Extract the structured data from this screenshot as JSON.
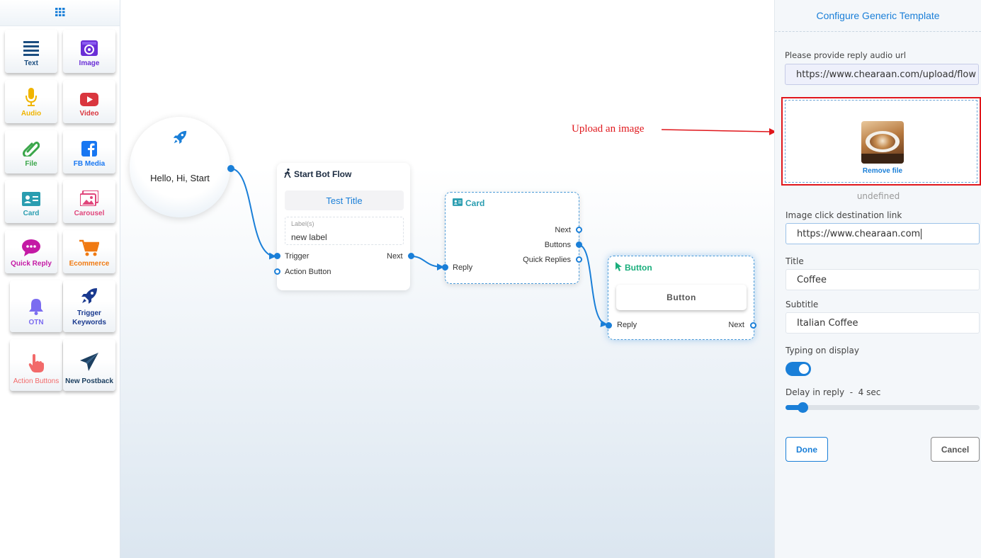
{
  "toolbar": {
    "items": [
      {
        "label": "Text",
        "color": "#1c4e80",
        "icon": "list-icon"
      },
      {
        "label": "Image",
        "color": "#6a2fd6",
        "icon": "image-icon"
      },
      {
        "label": "Audio",
        "color": "#f0b400",
        "icon": "microphone-icon"
      },
      {
        "label": "Video",
        "color": "#d9363e",
        "icon": "youtube-icon"
      },
      {
        "label": "File",
        "color": "#3aa64a",
        "icon": "paperclip-icon"
      },
      {
        "label": "FB Media",
        "color": "#1877f2",
        "icon": "facebook-icon"
      },
      {
        "label": "Card",
        "color": "#2a9db0",
        "icon": "id-card-icon"
      },
      {
        "label": "Carousel",
        "color": "#e0457b",
        "icon": "images-icon"
      },
      {
        "label": "Quick Reply",
        "color": "#c41aa5",
        "icon": "chat-bubble-icon"
      },
      {
        "label": "Ecommerce",
        "color": "#f07a12",
        "icon": "cart-icon"
      },
      {
        "label": "OTN",
        "color": "#7b6cf0",
        "icon": "bell-icon"
      },
      {
        "label": "Trigger Keywords",
        "color": "#1a3a8f",
        "icon": "rocket-icon"
      },
      {
        "label": "Action Buttons",
        "color": "#f26a6a",
        "icon": "hand-pointer-icon"
      },
      {
        "label": "New Postback",
        "color": "#1c3f60",
        "icon": "paper-plane-icon"
      }
    ]
  },
  "canvas": {
    "start_node": {
      "text": "Hello, Hi, Start"
    },
    "start_bot_flow": {
      "title": "Start Bot Flow",
      "test_title": "Test Title",
      "label_caption": "Label(s)",
      "label_value": "new label",
      "port_trigger": "Trigger",
      "port_action_button": "Action Button",
      "port_next": "Next"
    },
    "card_node": {
      "title": "Card",
      "port_next": "Next",
      "port_buttons": "Buttons",
      "port_quick_replies": "Quick Replies",
      "port_reply": "Reply"
    },
    "button_node": {
      "title": "Button",
      "button_label": "Button",
      "port_reply": "Reply",
      "port_next": "Next"
    },
    "annotation": {
      "text": "Upload an image"
    }
  },
  "panel": {
    "title": "Configure Generic Template",
    "audio_url_label": "Please provide reply audio url",
    "audio_url_value": "https://www.chearaan.com/upload/flow",
    "remove_file": "Remove file",
    "undefined_text": "undefined",
    "link_label": "Image click destination link",
    "link_value": "https://www.chearaan.com",
    "title_label": "Title",
    "title_value": "Coffee",
    "subtitle_label": "Subtitle",
    "subtitle_value": "Italian Coffee",
    "typing_label": "Typing on display",
    "typing_on": true,
    "delay_label": "Delay in reply  -  4 sec",
    "delay_value_sec": 4,
    "done": "Done",
    "cancel": "Cancel"
  },
  "colors": {
    "accent": "#1a7fd8",
    "button_node": "#1aae7c",
    "annotation": "#e0161b"
  }
}
